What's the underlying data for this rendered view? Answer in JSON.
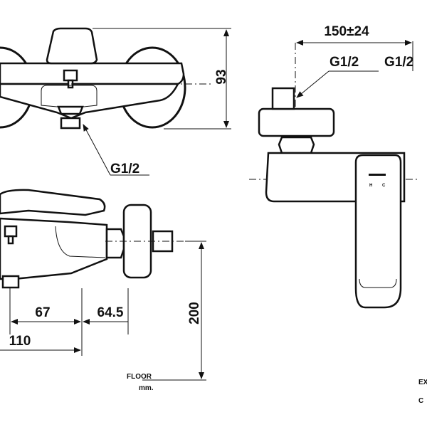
{
  "dimensions": {
    "top_height": "93",
    "thread_front": "G1/2",
    "centers": "150±24",
    "thread_left": "G1/2",
    "thread_right": "G1/2",
    "depth_a": "67",
    "depth_b": "64.5",
    "depth_total": "110",
    "height_floor": "200"
  },
  "notes": {
    "floor": "FLOOR",
    "unit": "mm.",
    "lever_h": "H",
    "lever_c": "C",
    "corner_ex": "EX",
    "corner_c": "C"
  },
  "colors": {
    "line": "#111111",
    "background": "#ffffff"
  }
}
